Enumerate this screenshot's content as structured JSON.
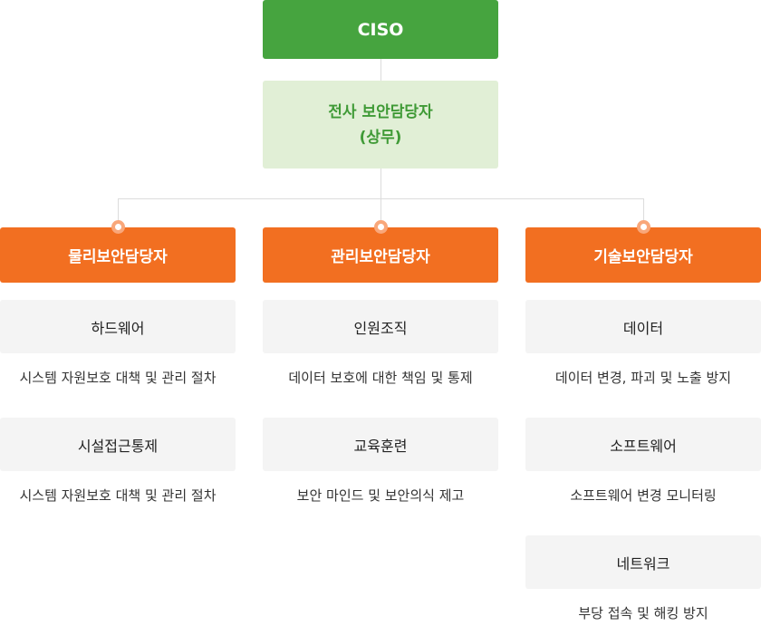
{
  "ciso": "CISO",
  "exec": {
    "line1": "전사 보안담당자",
    "line2": "(상무)"
  },
  "departments": [
    {
      "title": "물리보안담당자",
      "items": [
        {
          "name": "하드웨어",
          "desc": "시스템 자원보호 대책 및 관리 절차"
        },
        {
          "name": "시설접근통제",
          "desc": "시스템 자원보호 대책 및 관리 절차"
        }
      ]
    },
    {
      "title": "관리보안담당자",
      "items": [
        {
          "name": "인원조직",
          "desc": "데이터 보호에 대한 책임 및 통제"
        },
        {
          "name": "교육훈련",
          "desc": "보안 마인드 및 보안의식 제고"
        }
      ]
    },
    {
      "title": "기술보안담당자",
      "items": [
        {
          "name": "데이터",
          "desc": "데이터 변경, 파괴 및 노출 방지"
        },
        {
          "name": "소프트웨어",
          "desc": "소프트웨어 변경 모니터링"
        },
        {
          "name": "네트워크",
          "desc": "부당 접속 및 해킹 방지"
        }
      ]
    }
  ],
  "colors": {
    "ciso_bg": "#46a43f",
    "exec_bg": "#e1efd6",
    "exec_text": "#3f9a36",
    "dept_bg": "#f26f21",
    "item_bg": "#f4f4f4",
    "connector": "#dcdcdc",
    "node_dot": "#f9a77a"
  }
}
